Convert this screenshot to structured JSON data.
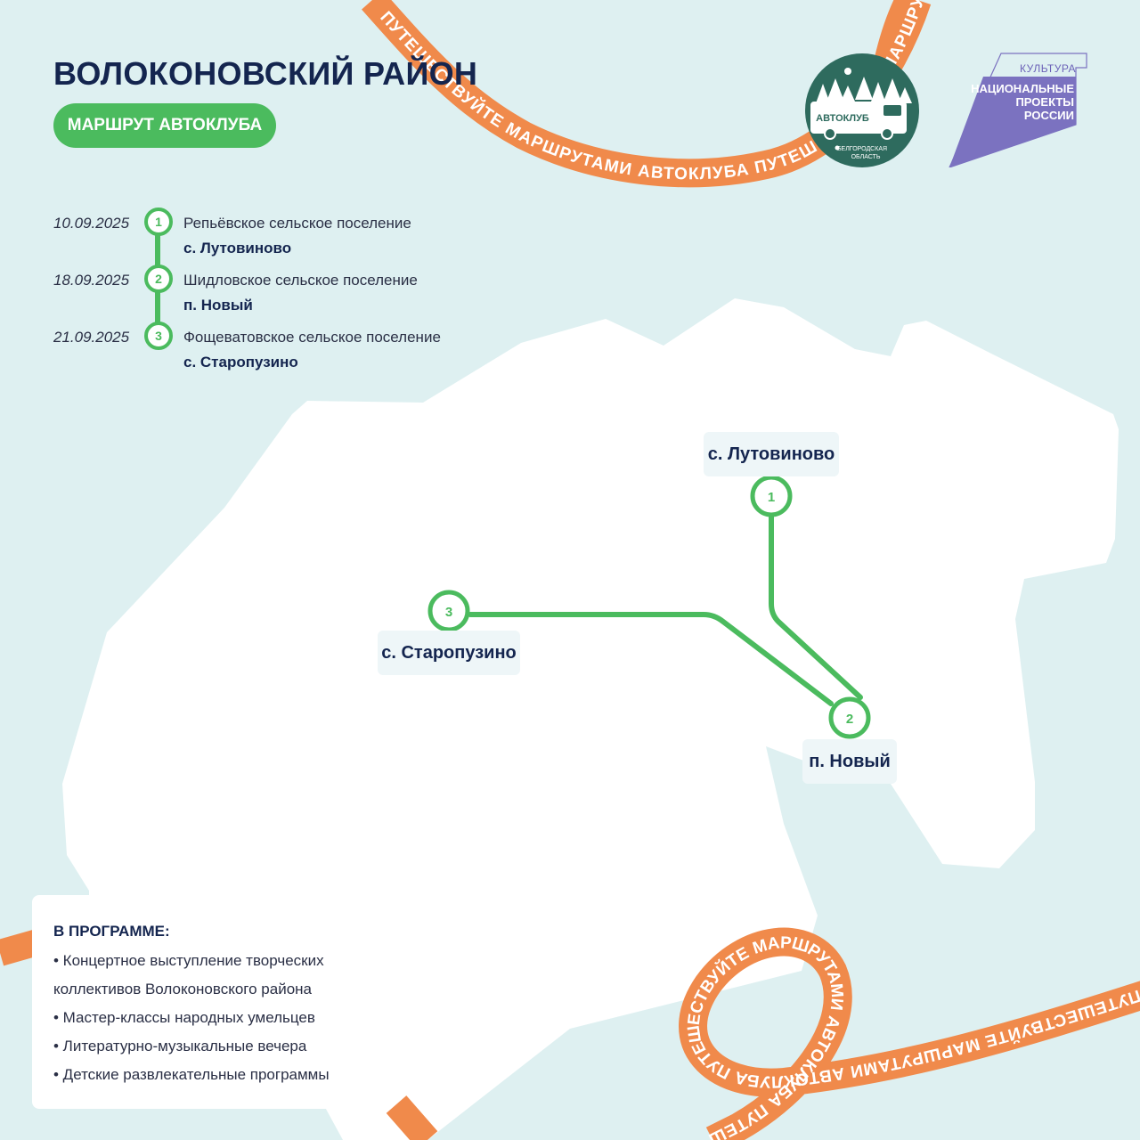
{
  "header": {
    "title": "ВОЛОКОНОВСКИЙ РАЙОН",
    "subtitle": "МАРШРУТ АВТОКЛУБА"
  },
  "schedule": [
    {
      "date": "10.09.2025",
      "number": "1",
      "settlement": "Репьёвское сельское поселение",
      "place": "с. Лутовиново"
    },
    {
      "date": "18.09.2025",
      "number": "2",
      "settlement": "Шидловское сельское поселение",
      "place": "п. Новый"
    },
    {
      "date": "21.09.2025",
      "number": "3",
      "settlement": "Фощеватовское сельское поселение",
      "place": "с. Старопузино"
    }
  ],
  "map": {
    "stops": [
      {
        "number": "1",
        "label": "с. Лутовиново"
      },
      {
        "number": "2",
        "label": "п. Новый"
      },
      {
        "number": "3",
        "label": "с. Старопузино"
      }
    ]
  },
  "program": {
    "heading": "В ПРОГРАММЕ:",
    "items": [
      "• Концертное выступление творческих",
      "коллективов Волоконовского района",
      "• Мастер-классы народных умельцев",
      "• Литературно-музыкальные вечера",
      "• Детские развлекательные программы"
    ]
  },
  "ribbon": {
    "text": "ПУТЕШЕСТВУЙТЕ МАРШРУТАМИ АВТОКЛУБА"
  },
  "logos": {
    "autoclub": {
      "name": "АВТОКЛУБ",
      "region_line1": "БЕЛГОРОДСКАЯ",
      "region_line2": "ОБЛАСТЬ"
    },
    "culture": {
      "label": "КУЛЬТУРА",
      "line1": "НАЦИОНАЛЬНЫЕ",
      "line2": "ПРОЕКТЫ",
      "line3": "РОССИИ"
    }
  },
  "colors": {
    "background": "#def0f1",
    "map_fill": "#ffffff",
    "route_green": "#4bbb5e",
    "ribbon_orange": "#f08a4b",
    "title_navy": "#14254f",
    "logo_teal": "#2e6b5e",
    "culture_purple": "#7b72c0"
  },
  "icons": [
    "location-pin-icon",
    "bus-icon",
    "tree-icon"
  ]
}
